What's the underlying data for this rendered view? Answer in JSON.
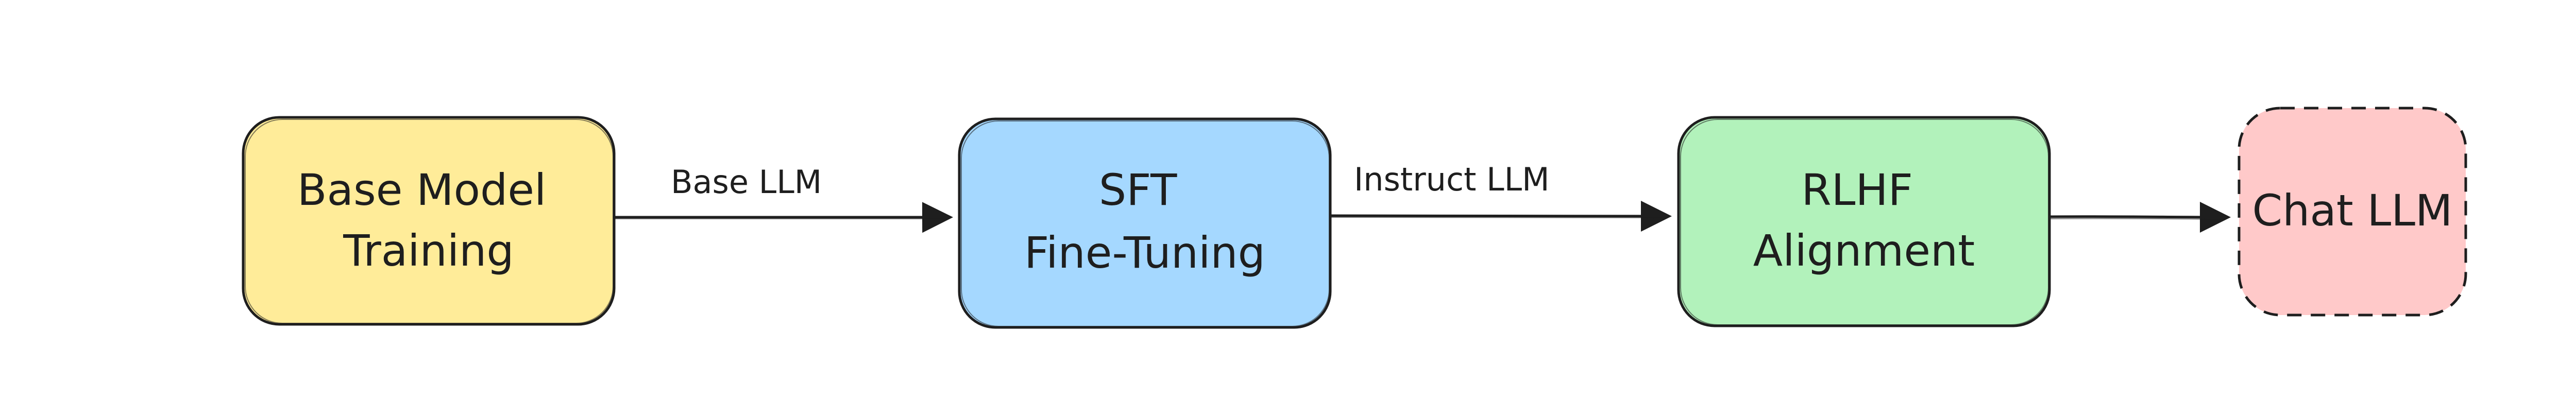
{
  "nodes": [
    {
      "id": "base-model-training",
      "lines": [
        "Base Model",
        "Training"
      ],
      "fill": "#ffec99",
      "border": "solid"
    },
    {
      "id": "sft-fine-tuning",
      "lines": [
        "SFT",
        "Fine-Tuning"
      ],
      "fill": "#a5d8ff",
      "border": "solid"
    },
    {
      "id": "rlhf-alignment",
      "lines": [
        "RLHF",
        "Alignment"
      ],
      "fill": "#b2f2bb",
      "border": "solid"
    },
    {
      "id": "chat-llm",
      "lines": [
        "Chat LLM"
      ],
      "fill": "#ffc9c9",
      "border": "dashed"
    }
  ],
  "edges": [
    {
      "from": "base-model-training",
      "to": "sft-fine-tuning",
      "label": "Base LLM"
    },
    {
      "from": "sft-fine-tuning",
      "to": "rlhf-alignment",
      "label": "Instruct LLM"
    },
    {
      "from": "rlhf-alignment",
      "to": "chat-llm",
      "label": ""
    }
  ],
  "colors": {
    "stroke": "#1e1e1e",
    "background": "#ffffff"
  }
}
